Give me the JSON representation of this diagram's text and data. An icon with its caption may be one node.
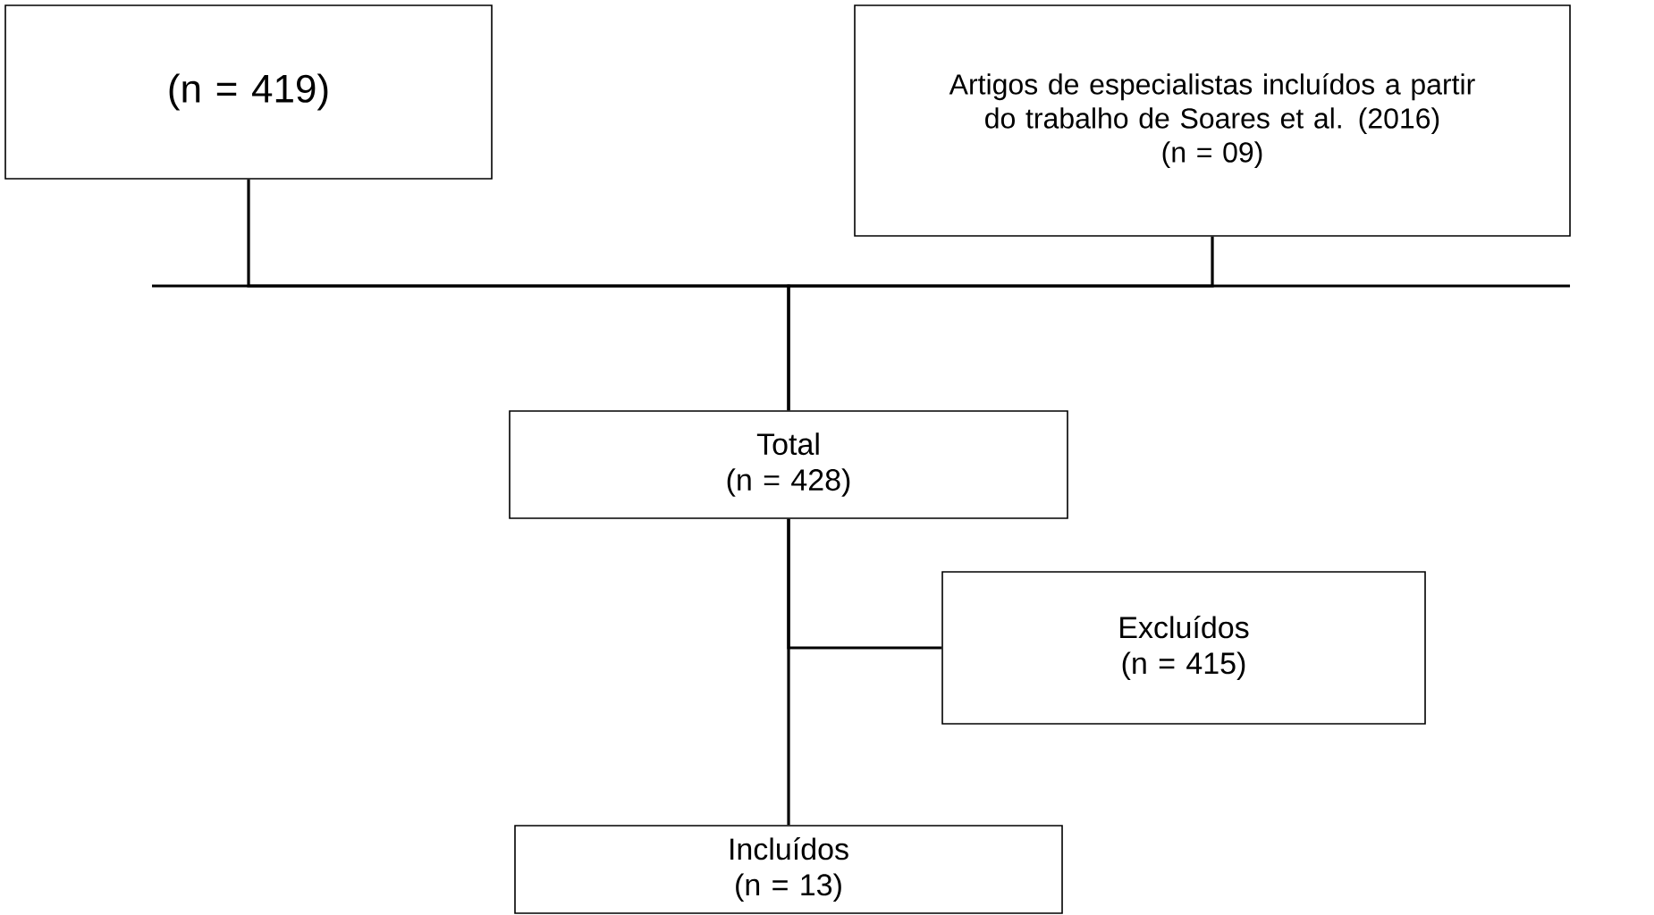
{
  "diagram": {
    "nodes": [
      {
        "text": [
          "(n = 419)"
        ]
      },
      {
        "text": [
          "Artigos de especialistas incluídos a partir do trabalho de Soares et al. (2016)",
          "(n = 09)"
        ]
      },
      {
        "text": [
          "Total",
          "(n = 428)"
        ]
      },
      {
        "text": [
          "Excluídos",
          "(n = 415)"
        ]
      },
      {
        "text": [
          "Incluídos",
          "(n = 13)"
        ]
      }
    ],
    "edges": [
      {
        "from": 0,
        "to": 2,
        "arrow": "none"
      },
      {
        "from": 1,
        "to": 2,
        "arrow": "none"
      },
      {
        "from": 2,
        "to": 3,
        "arrow": "none"
      },
      {
        "from": 2,
        "to": 4,
        "arrow": "none"
      }
    ]
  }
}
